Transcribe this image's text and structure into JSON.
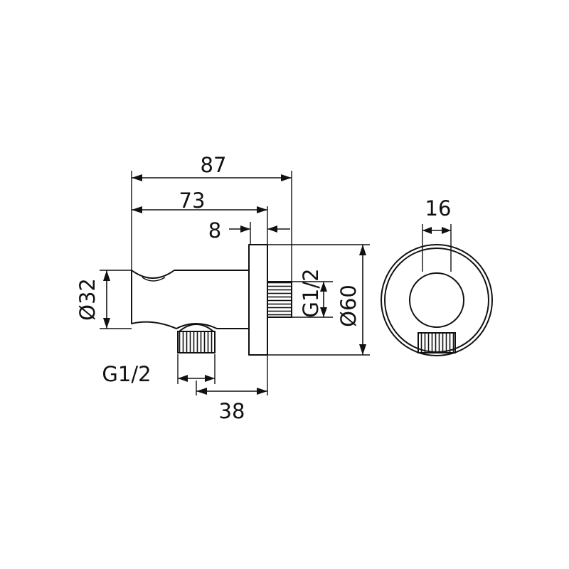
{
  "dimensions": {
    "overall_length": "87",
    "body_length": "73",
    "flange_thickness": "8",
    "body_diameter": "Ø32",
    "flange_diameter": "Ø60",
    "outlet_offset": "38",
    "inlet_thread": "G1/2",
    "outlet_thread": "G1/2",
    "thread_width": "16"
  },
  "colors": {
    "line": "#111111",
    "background": "#ffffff"
  }
}
